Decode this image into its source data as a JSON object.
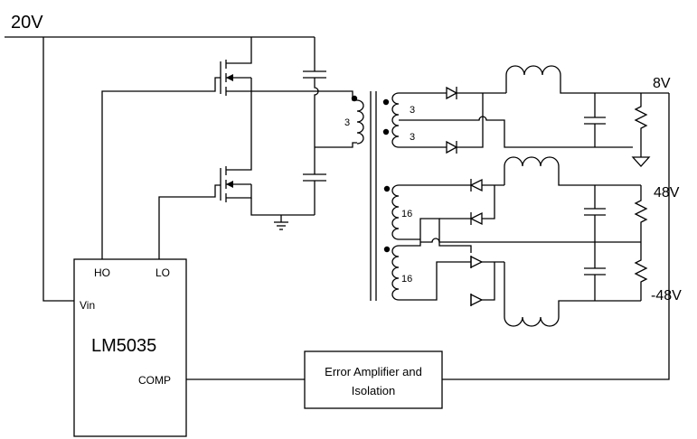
{
  "supply": {
    "vin_label": "20V"
  },
  "controller": {
    "name": "LM5035",
    "pins": {
      "ho": "HO",
      "lo": "LO",
      "vin": "Vin",
      "comp": "COMP"
    }
  },
  "feedback": {
    "line1": "Error Amplifier and",
    "line2": "Isolation"
  },
  "transformer": {
    "primary_turns": "3",
    "sec_8v_top_turns": "3",
    "sec_8v_bottom_turns": "3",
    "sec_48v_top_turns": "16",
    "sec_48v_bottom_turns": "16"
  },
  "outputs": {
    "v8": "8V",
    "v48": "48V",
    "vneg48": "-48V"
  }
}
